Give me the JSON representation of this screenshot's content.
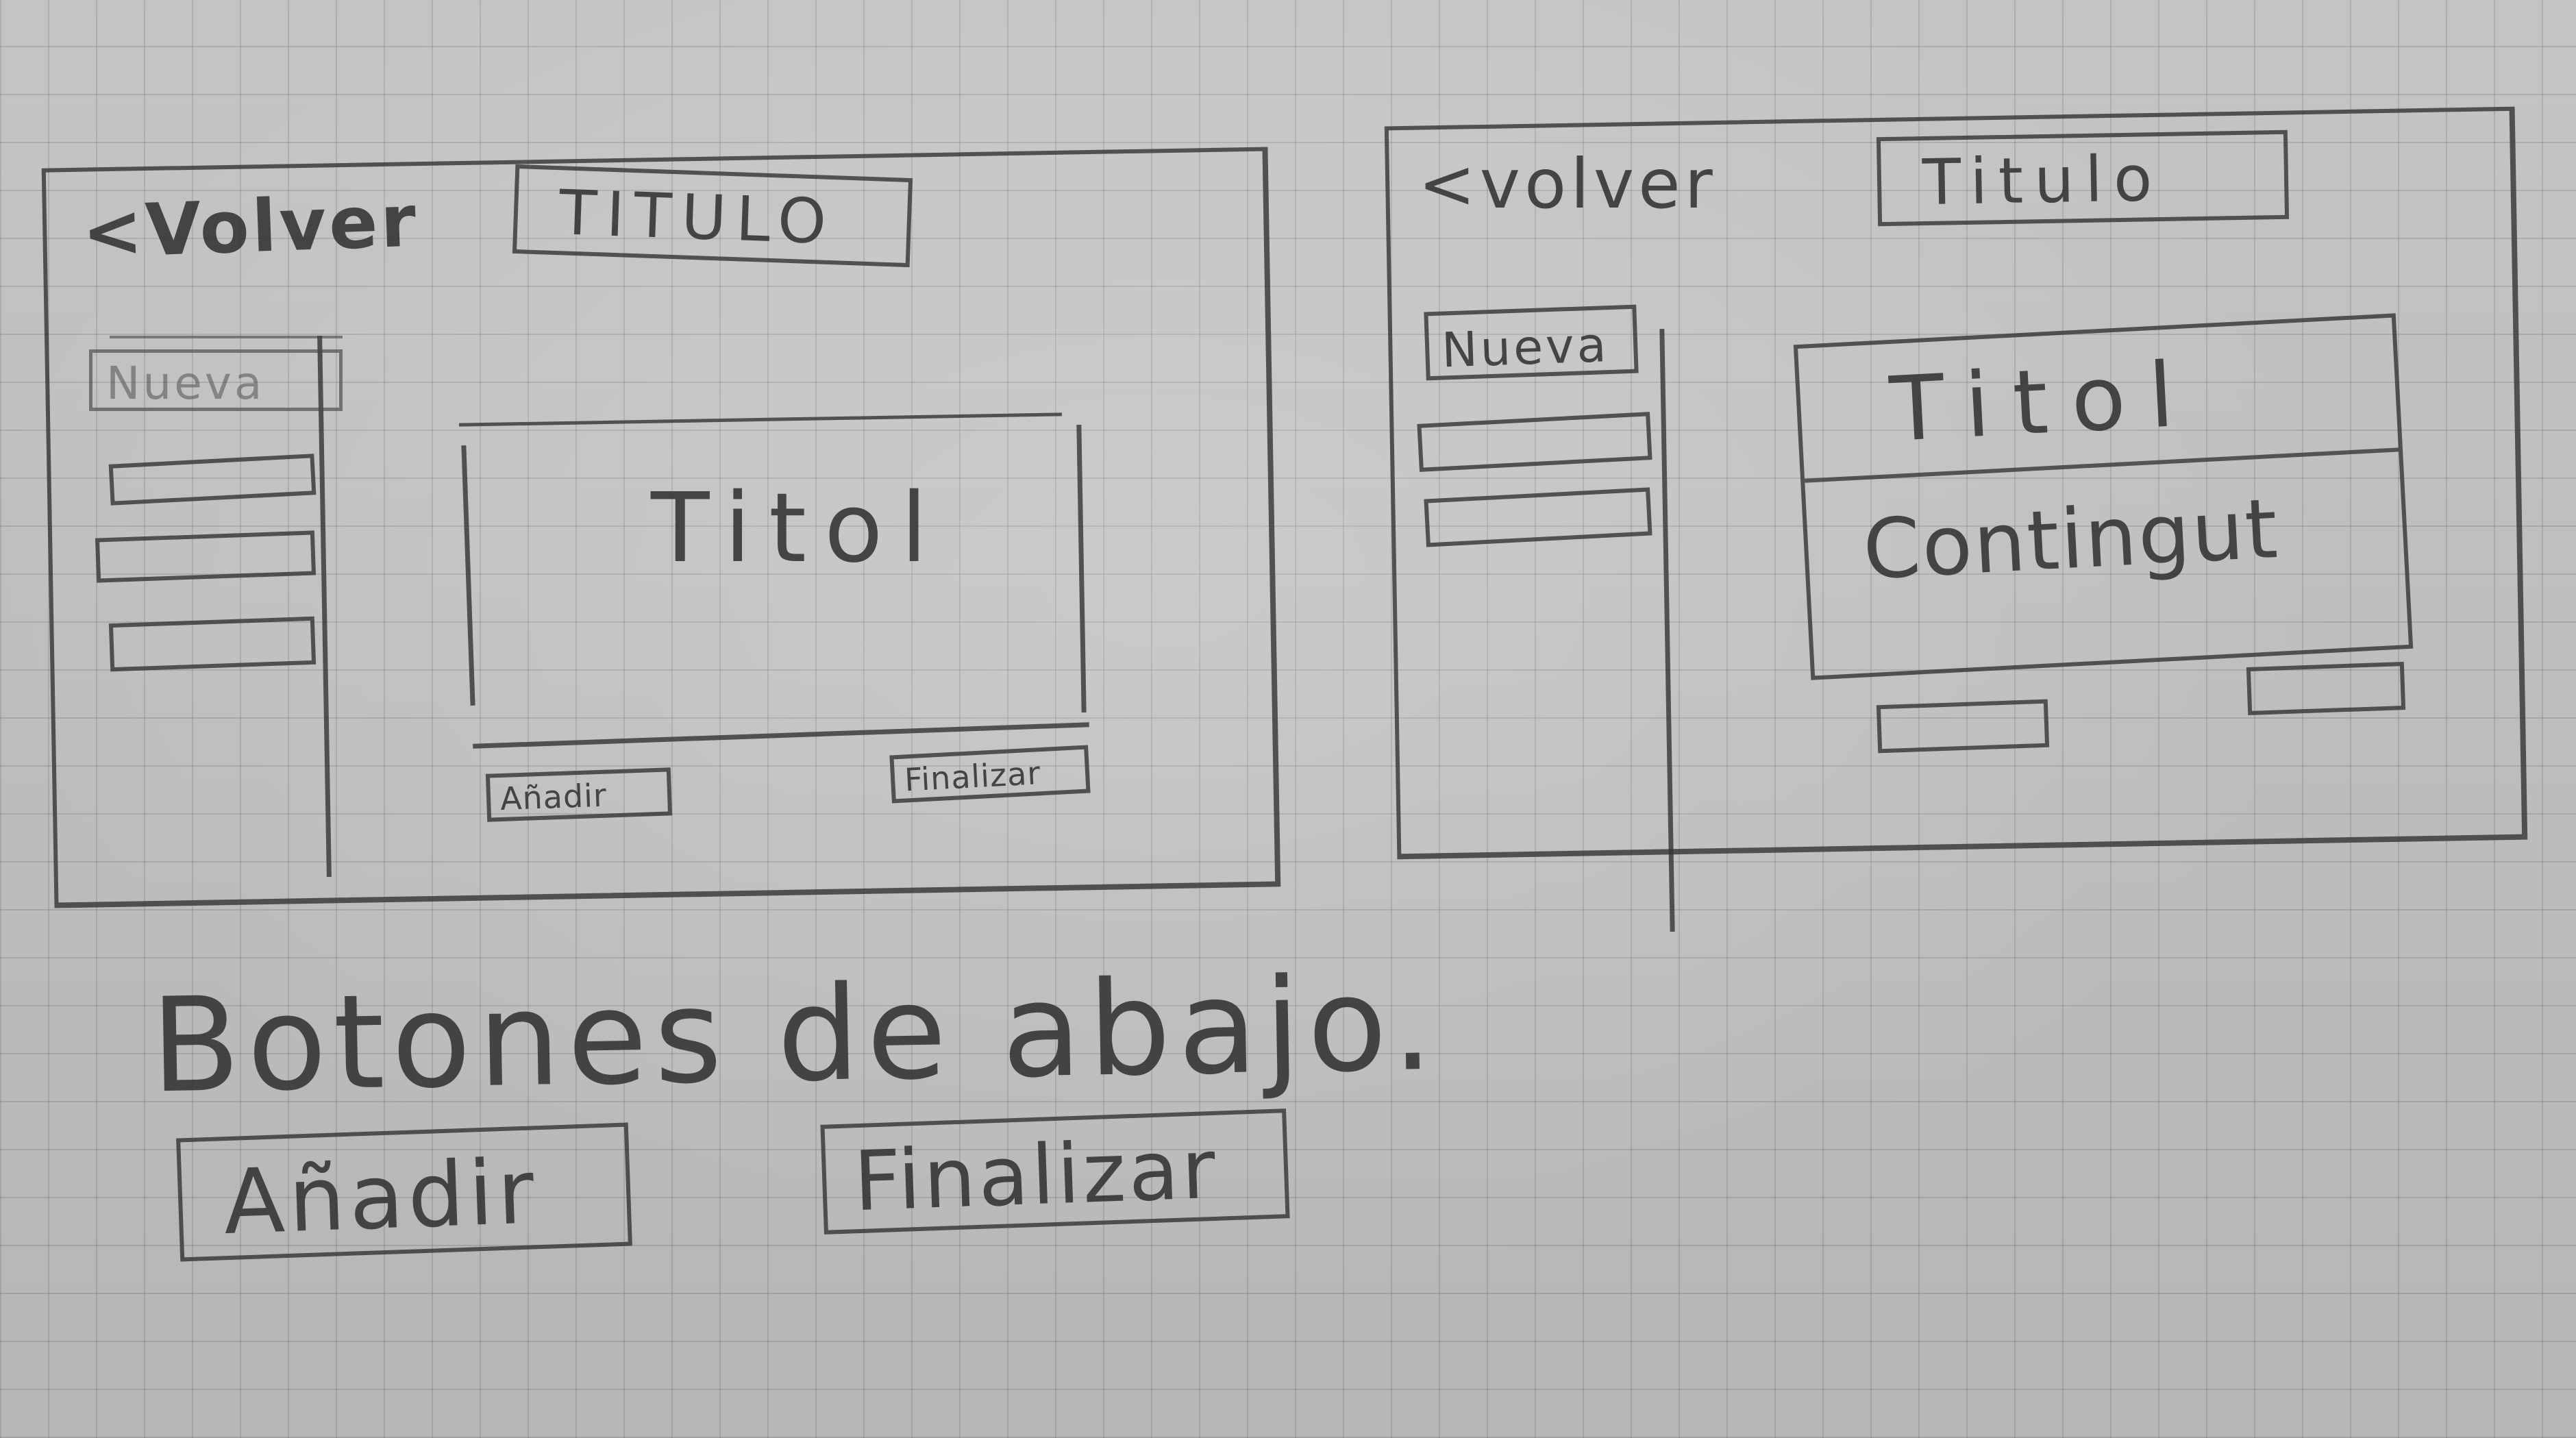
{
  "sketch_left": {
    "back_link": "<Volver",
    "title_box": "TITULO",
    "sidebar": {
      "new_button": "Nueva",
      "items": [
        "",
        "",
        ""
      ]
    },
    "card": {
      "title": "Titol"
    },
    "footer_buttons": {
      "add": "Añadir",
      "finish": "Finalizar"
    }
  },
  "sketch_right": {
    "back_link": "<volver",
    "title_box": "Titulo",
    "sidebar": {
      "new_button": "Nueva",
      "items": [
        "",
        ""
      ]
    },
    "card": {
      "title": "Titol",
      "content": "Contingut"
    },
    "footer_buttons": [
      "",
      ""
    ]
  },
  "notes": {
    "heading": "Botones de abajo.",
    "buttons": {
      "add": "Añadir",
      "finish": "Finalizar"
    }
  }
}
